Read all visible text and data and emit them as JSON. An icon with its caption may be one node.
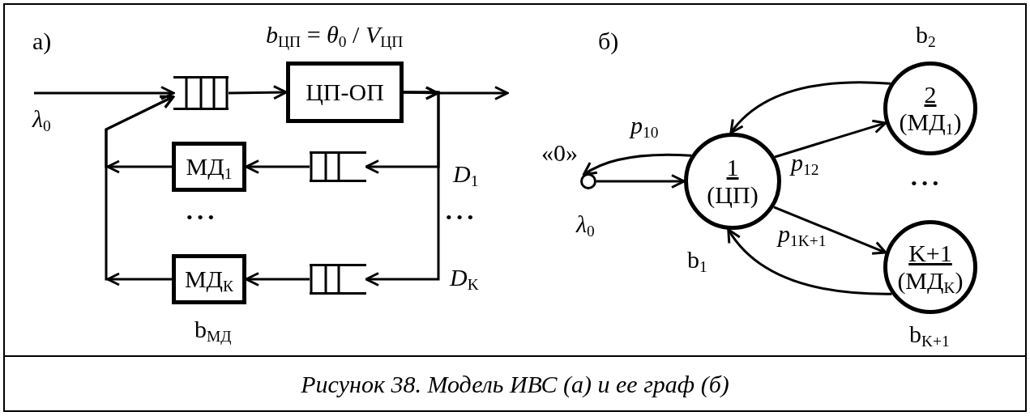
{
  "diagram": {
    "caption": "Рисунок 38. Модель ИВС (а) и ее граф (б)",
    "nodes": [
      {
        "text": [],
        "shape": "queue"
      },
      {
        "text": [
          "ЦП-ОП"
        ],
        "beside": [
          "*b*$_{ЦП}$ = *θ*$_{0}$ / *V*$_{ЦП}$"
        ]
      },
      {
        "text": [],
        "shape": "queue"
      },
      {
        "text": [
          "МД$_{1}$"
        ]
      },
      {
        "text": [],
        "shape": "queue"
      },
      {
        "text": [
          "МД$_{К}$"
        ],
        "beside": [
          "b$_{МД}$"
        ]
      },
      {
        "text": [],
        "shape": "circle",
        "beside": [
          "«0»",
          "*λ*$_{0}$"
        ]
      },
      {
        "text": [
          "1",
          "(ЦП)"
        ],
        "beside": [
          "b$_{1}$"
        ]
      },
      {
        "text": [
          "2",
          "(МД$_{1}$)"
        ],
        "beside": [
          "b$_{2}$"
        ]
      },
      {
        "text": [
          "K+1",
          "(МД$_{K}$)"
        ],
        "beside": [
          "b$_{K+1}$"
        ]
      }
    ],
    "edges": [
      {
        "from": null,
        "to": 0,
        "arrow": "to",
        "label": "*λ*$_{0}$"
      },
      {
        "from": 0,
        "to": 1,
        "arrow": "to"
      },
      {
        "from": 1,
        "to": null,
        "arrow": "to"
      },
      {
        "from": 1,
        "to": 2,
        "arrow": "to",
        "label": "*D*$_{1}$"
      },
      {
        "from": 1,
        "to": 4,
        "arrow": "to",
        "label": "*D*$_{K}$"
      },
      {
        "from": 2,
        "to": 3,
        "arrow": "to"
      },
      {
        "from": 4,
        "to": 5,
        "arrow": "to"
      },
      {
        "from": 3,
        "to": 0,
        "arrow": "to"
      },
      {
        "from": 5,
        "to": 0,
        "arrow": "to"
      },
      {
        "from": 6,
        "to": 7,
        "arrow": "to"
      },
      {
        "from": 7,
        "to": 6,
        "arrow": "to",
        "label": "*p*$_{10}$"
      },
      {
        "from": 7,
        "to": 8,
        "arrow": "to",
        "label": "*p*$_{12}$"
      },
      {
        "from": 8,
        "to": 7,
        "arrow": "to"
      },
      {
        "from": 7,
        "to": 9,
        "arrow": "to",
        "label": "*p*$_{1K+1}$"
      },
      {
        "from": 9,
        "to": 7,
        "arrow": "to"
      }
    ],
    "labels": [
      "а)",
      "б)",
      "• • •",
      "• • •",
      "• • •"
    ]
  }
}
